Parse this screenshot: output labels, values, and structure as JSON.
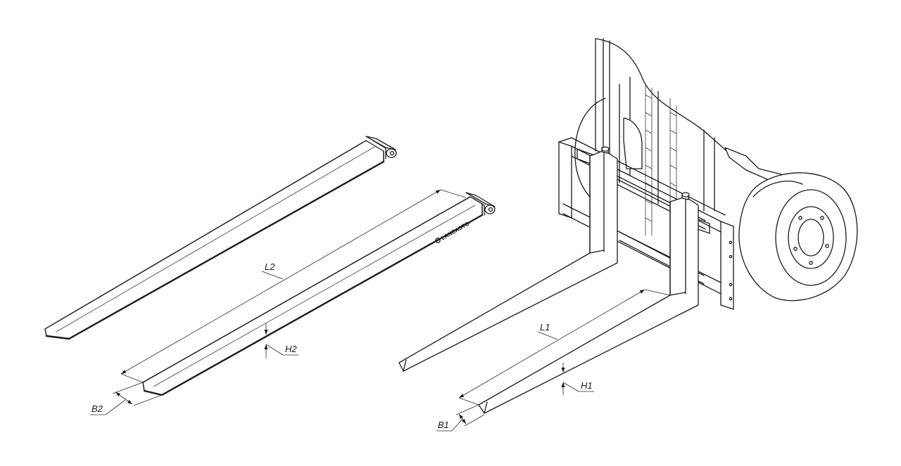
{
  "figure": {
    "title": "",
    "logo_text": "LANCASTO"
  },
  "labels": {
    "extension_length": "L2",
    "extension_height": "H2",
    "extension_width": "B2",
    "fork_length": "L1",
    "fork_height": "H1",
    "fork_width": "B1"
  }
}
